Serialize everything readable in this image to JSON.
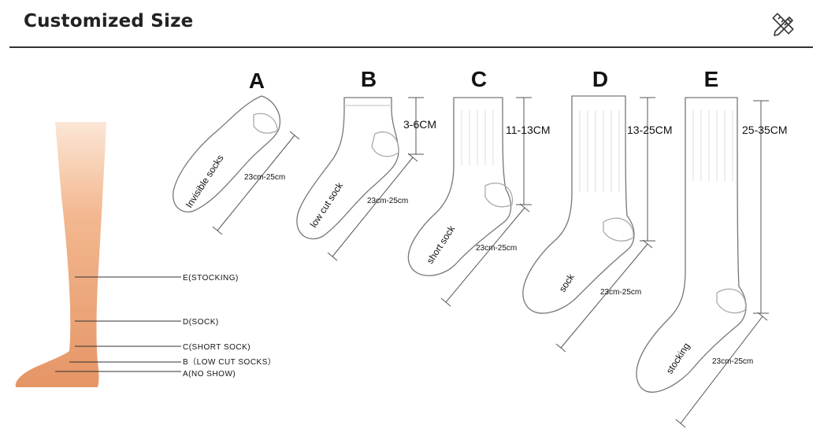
{
  "header": {
    "title": "Customized Size",
    "tool_icon": "pencil-ruler-icon"
  },
  "diagram": {
    "leg_labels": {
      "e": "E(STOCKING)",
      "d": "D(SOCK)",
      "c": "C(SHORT SOCK)",
      "b": "B（LOW CUT SOCKS）",
      "a": "A(NO SHOW)"
    },
    "socks": [
      {
        "letter": "A",
        "name": "Invisible socks",
        "foot": "23cm-25cm",
        "height": ""
      },
      {
        "letter": "B",
        "name": "low cut sock",
        "foot": "23cm-25cm",
        "height": "3-6CM"
      },
      {
        "letter": "C",
        "name": "short sock",
        "foot": "23cm-25cm",
        "height": "11-13CM"
      },
      {
        "letter": "D",
        "name": "sock",
        "foot": "23cm-25cm",
        "height": "13-25CM"
      },
      {
        "letter": "E",
        "name": "stocking",
        "foot": "23cm-25cm",
        "height": "25-35CM"
      }
    ]
  }
}
